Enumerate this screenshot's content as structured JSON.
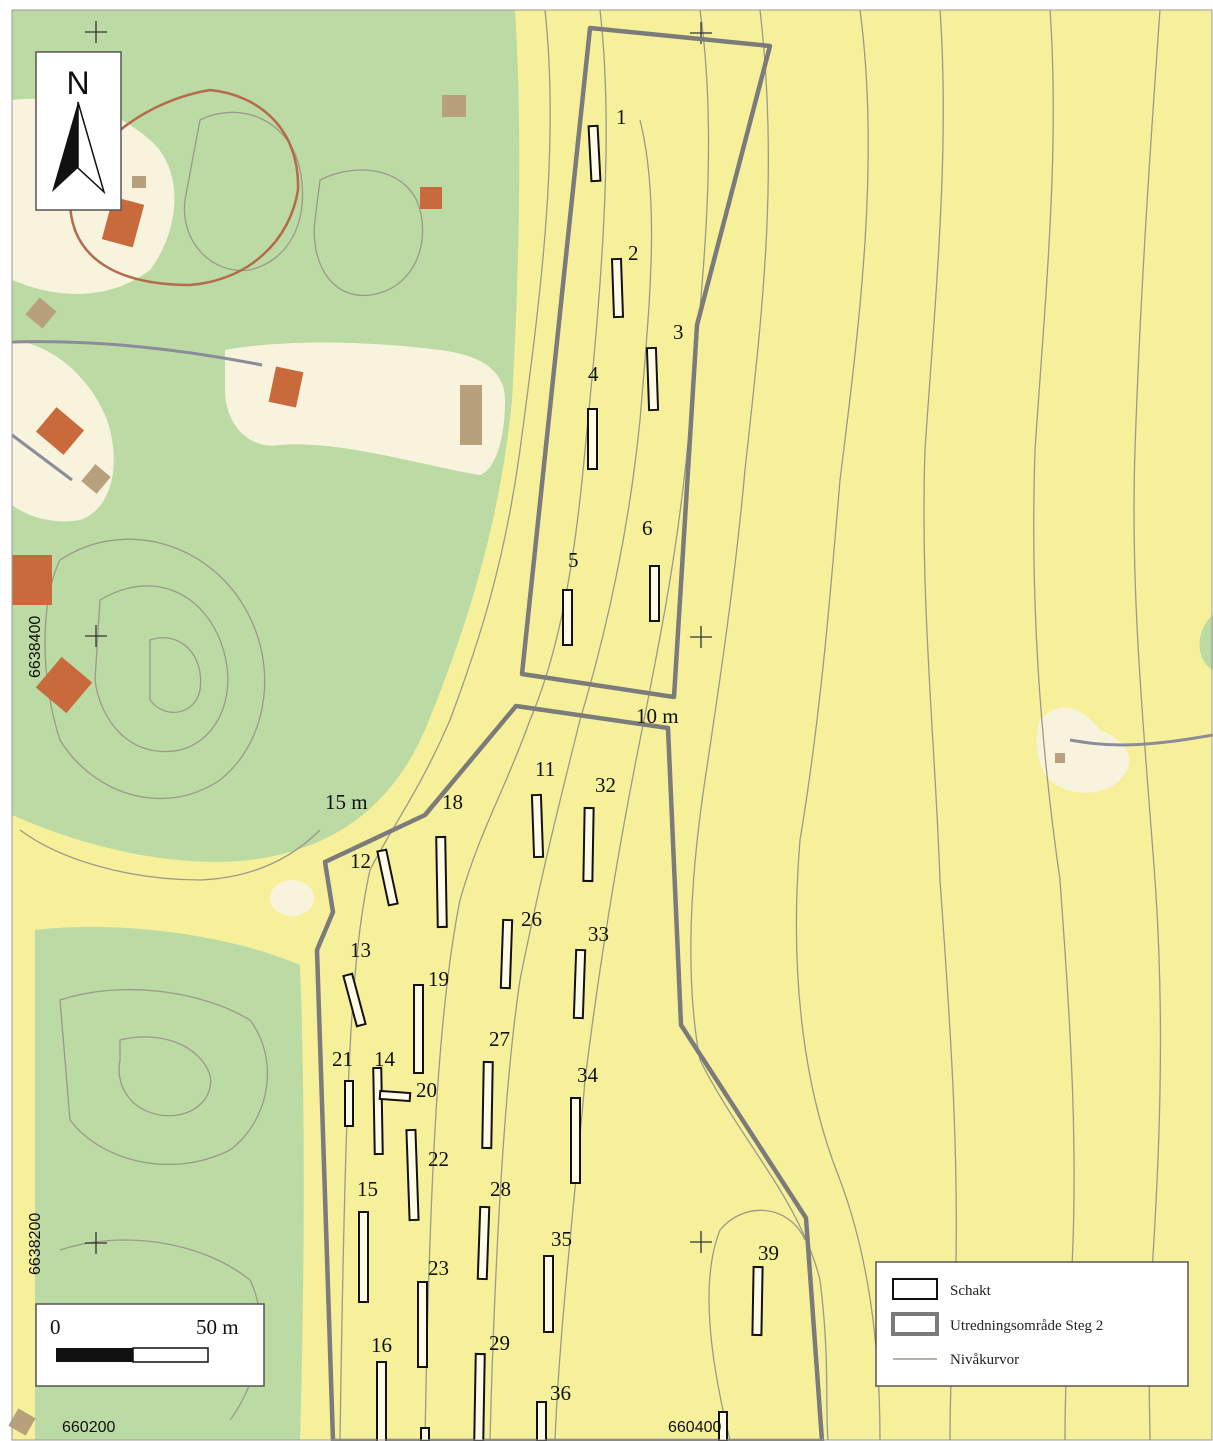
{
  "north_arrow": {
    "letter": "N"
  },
  "scale_bar": {
    "start_label": "0",
    "end_label": "50 m"
  },
  "coordinates": {
    "x": [
      "660200",
      "660400"
    ],
    "y": [
      "6638400",
      "6638200"
    ]
  },
  "contour_labels": [
    "10 m",
    "15 m"
  ],
  "trenches": [
    {
      "id": "1"
    },
    {
      "id": "2"
    },
    {
      "id": "3"
    },
    {
      "id": "4"
    },
    {
      "id": "5"
    },
    {
      "id": "6"
    },
    {
      "id": "11"
    },
    {
      "id": "12"
    },
    {
      "id": "13"
    },
    {
      "id": "14"
    },
    {
      "id": "15"
    },
    {
      "id": "16"
    },
    {
      "id": "18"
    },
    {
      "id": "19"
    },
    {
      "id": "20"
    },
    {
      "id": "21"
    },
    {
      "id": "22"
    },
    {
      "id": "23"
    },
    {
      "id": "26"
    },
    {
      "id": "27"
    },
    {
      "id": "28"
    },
    {
      "id": "29"
    },
    {
      "id": "32"
    },
    {
      "id": "33"
    },
    {
      "id": "34"
    },
    {
      "id": "35"
    },
    {
      "id": "36"
    },
    {
      "id": "39"
    }
  ],
  "legend": {
    "items": [
      "Schakt",
      "Utredningsområde Steg 2",
      "Nivåkurvor"
    ]
  },
  "colors": {
    "field": "#f7f09a",
    "forest": "#bcdaa3",
    "open_land": "#f8f3dd",
    "building": "#c96a3c",
    "outbuilding": "#b7a07b",
    "boundary": "#7b7b7b",
    "contour": "#9a9a8a"
  }
}
